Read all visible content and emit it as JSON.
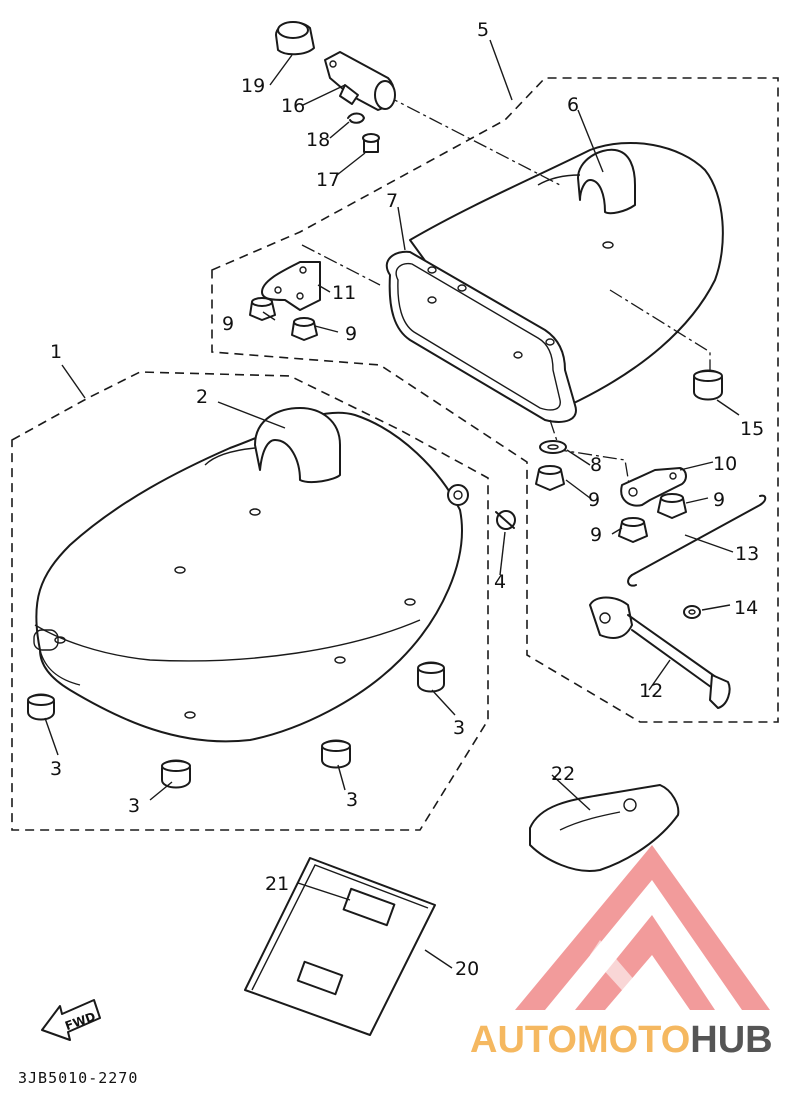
{
  "diagram": {
    "part_code": "3JB5010-2270",
    "fwd_label": "FWD",
    "callouts": [
      {
        "id": "c1",
        "label": "1"
      },
      {
        "id": "c2",
        "label": "2"
      },
      {
        "id": "c3a",
        "label": "3"
      },
      {
        "id": "c3b",
        "label": "3"
      },
      {
        "id": "c3c",
        "label": "3"
      },
      {
        "id": "c3d",
        "label": "3"
      },
      {
        "id": "c4",
        "label": "4"
      },
      {
        "id": "c5",
        "label": "5"
      },
      {
        "id": "c6",
        "label": "6"
      },
      {
        "id": "c7",
        "label": "7"
      },
      {
        "id": "c8",
        "label": "8"
      },
      {
        "id": "c9a",
        "label": "9"
      },
      {
        "id": "c9b",
        "label": "9"
      },
      {
        "id": "c9c",
        "label": "9"
      },
      {
        "id": "c9d",
        "label": "9"
      },
      {
        "id": "c9e",
        "label": "9"
      },
      {
        "id": "c10",
        "label": "10"
      },
      {
        "id": "c11",
        "label": "11"
      },
      {
        "id": "c12",
        "label": "12"
      },
      {
        "id": "c13",
        "label": "13"
      },
      {
        "id": "c14",
        "label": "14"
      },
      {
        "id": "c15",
        "label": "15"
      },
      {
        "id": "c16",
        "label": "16"
      },
      {
        "id": "c17",
        "label": "17"
      },
      {
        "id": "c18",
        "label": "18"
      },
      {
        "id": "c19",
        "label": "19"
      },
      {
        "id": "c20",
        "label": "20"
      },
      {
        "id": "c21",
        "label": "21"
      },
      {
        "id": "c22",
        "label": "22"
      }
    ]
  },
  "watermark": {
    "part1": "AUTOMOTO",
    "part2": "HUB",
    "color_primary": "#f08a8a",
    "color_secondary": "#f5b860",
    "color_dark": "#555555"
  }
}
